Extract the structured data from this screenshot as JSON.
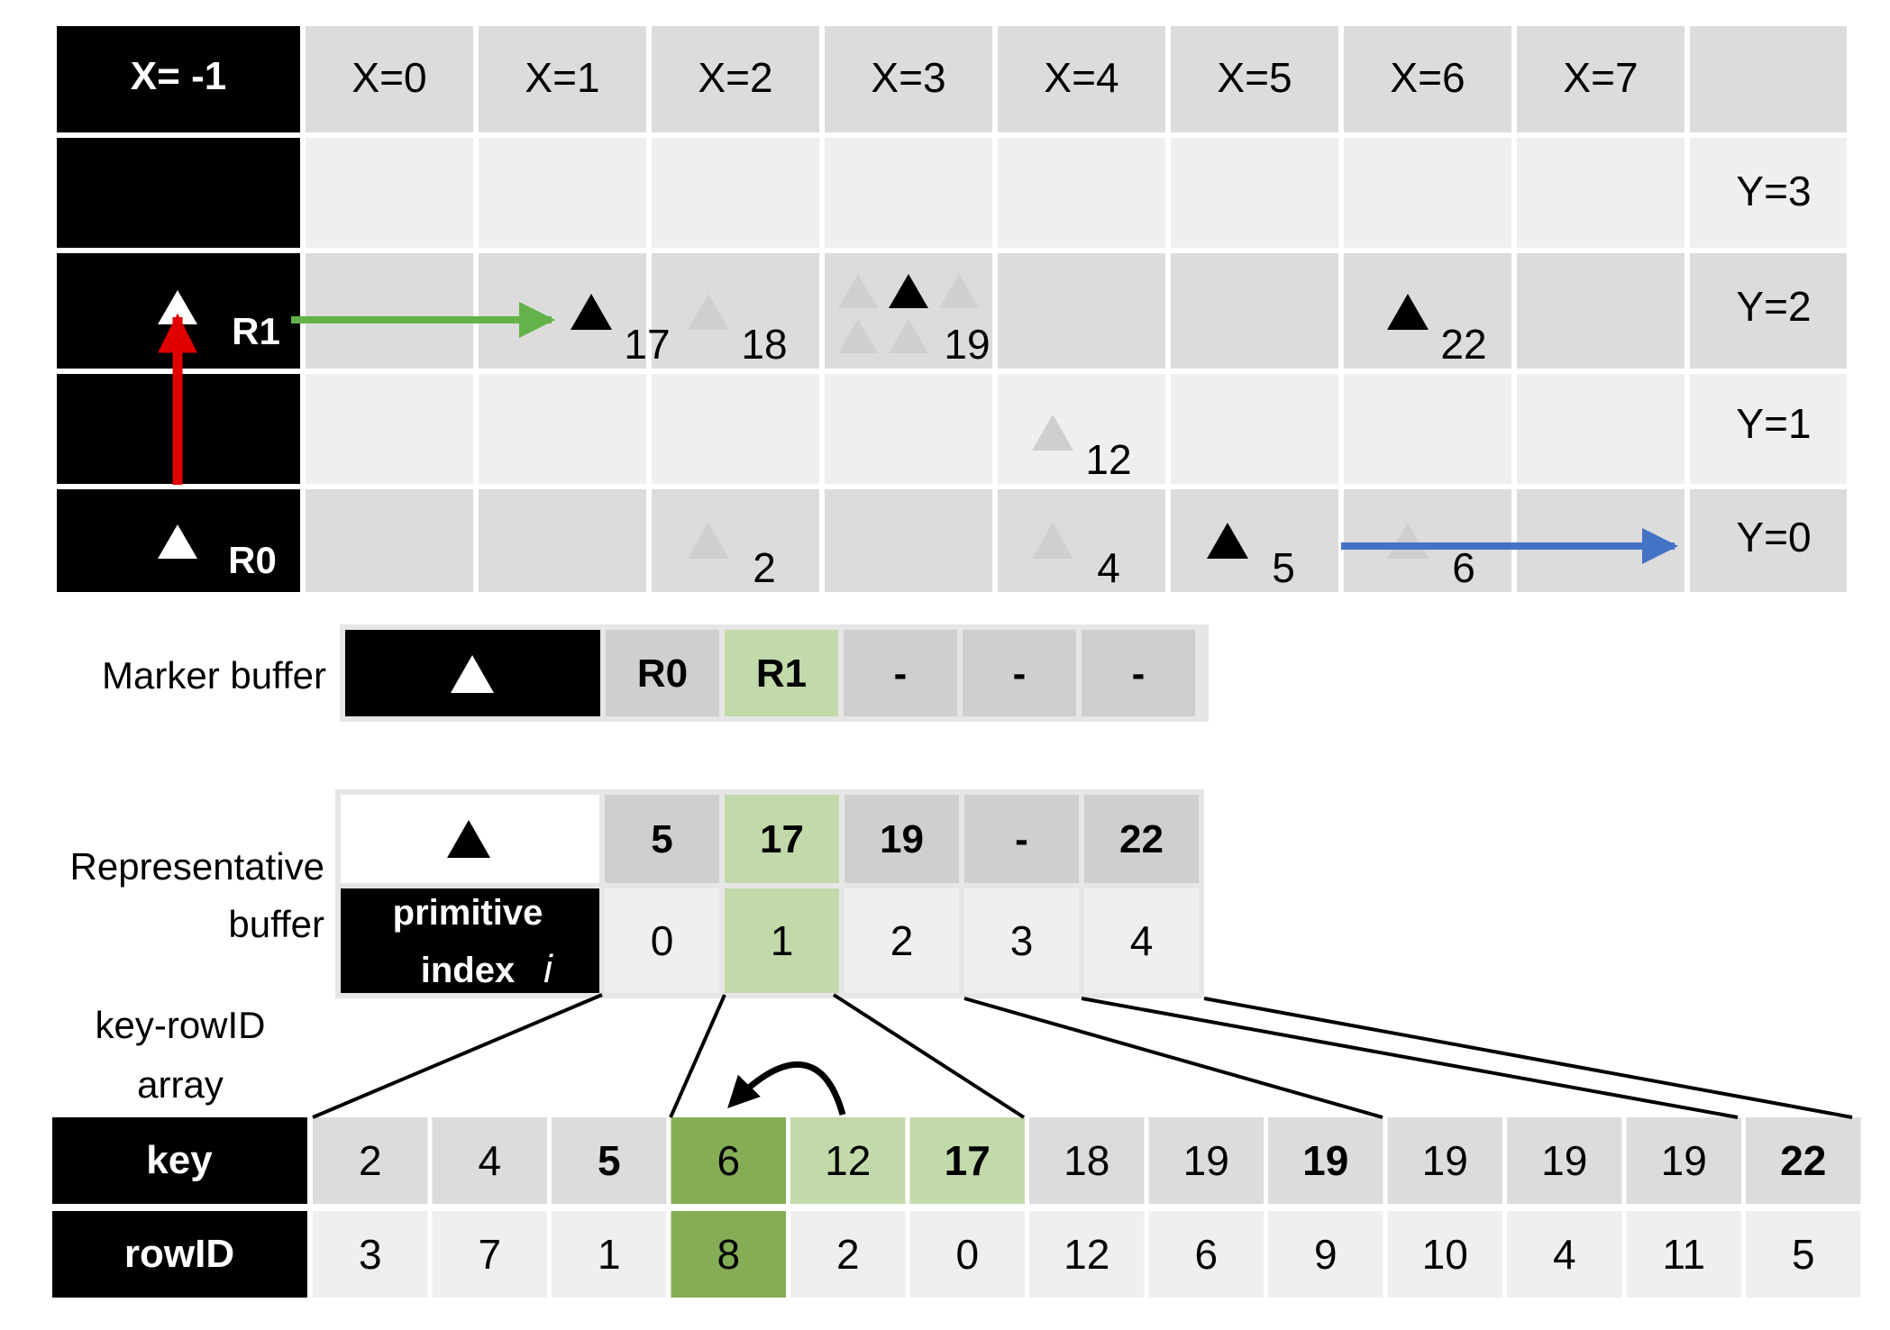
{
  "colors": {
    "black": "#000000",
    "white": "#ffffff",
    "cell_dark": "#dcdcdc",
    "cell_light": "#efefef",
    "buffer_gray": "#cfcfcf",
    "green_light": "#c2d9aa",
    "green_dark": "#84ad56",
    "tri_black": "#000000",
    "tri_gray": "#cfcfcf",
    "tri_white": "#ffffff",
    "arrow_red": "#e00000",
    "arrow_green": "#64b24a",
    "arrow_blue": "#4472c4",
    "line": "#000000"
  },
  "grid": {
    "col_header_black": "X= -1",
    "x_headers": [
      "X=0",
      "X=1",
      "X=2",
      "X=3",
      "X=4",
      "X=5",
      "X=6",
      "X=7"
    ],
    "y_labels": [
      "Y=3",
      "Y=2",
      "Y=1",
      "Y=0"
    ],
    "row_markers": [
      {
        "label": "R1",
        "y": 2
      },
      {
        "label": "R0",
        "y": 0
      }
    ],
    "primitives": [
      {
        "label": "17",
        "x": 1,
        "y": 2,
        "tone": "black"
      },
      {
        "label": "18",
        "x": 2,
        "y": 2,
        "tone": "gray"
      },
      {
        "label": "19",
        "x": 3,
        "y": 2,
        "tone": "black"
      },
      {
        "label": "22",
        "x": 6,
        "y": 2,
        "tone": "black"
      },
      {
        "label": "12",
        "x": 4,
        "y": 1,
        "tone": "gray"
      },
      {
        "label": "2",
        "x": 2,
        "y": 0,
        "tone": "gray"
      },
      {
        "label": "4",
        "x": 4,
        "y": 0,
        "tone": "gray"
      },
      {
        "label": "5",
        "x": 5,
        "y": 0,
        "tone": "black"
      },
      {
        "label": "6",
        "x": 6,
        "y": 0,
        "tone": "gray"
      }
    ]
  },
  "marker_buffer": {
    "label": "Marker buffer",
    "cells": [
      "R0",
      "R1",
      "-",
      "-",
      "-"
    ],
    "highlight_index": 1
  },
  "representative_buffer": {
    "label_line1": "Representative",
    "label_line2": "buffer",
    "row_header_line1": "primitive",
    "row_header_line2": "index",
    "row_header_var": "i",
    "values": [
      "5",
      "17",
      "19",
      "-",
      "22"
    ],
    "indices": [
      "0",
      "1",
      "2",
      "3",
      "4"
    ],
    "highlight_index": 1
  },
  "key_rowid_array": {
    "label_line1": "key-rowID",
    "label_line2": "array",
    "key_header": "key",
    "rowid_header": "rowID",
    "keys": [
      "2",
      "4",
      "5",
      "6",
      "12",
      "17",
      "18",
      "19",
      "19",
      "19",
      "19",
      "19",
      "22"
    ],
    "rowids": [
      "3",
      "7",
      "1",
      "8",
      "2",
      "0",
      "12",
      "6",
      "9",
      "10",
      "4",
      "11",
      "5"
    ],
    "bold_key_indices": [
      2,
      5,
      8,
      12
    ],
    "dark_green_index": 3,
    "light_green_key_indices": [
      4,
      5
    ]
  }
}
